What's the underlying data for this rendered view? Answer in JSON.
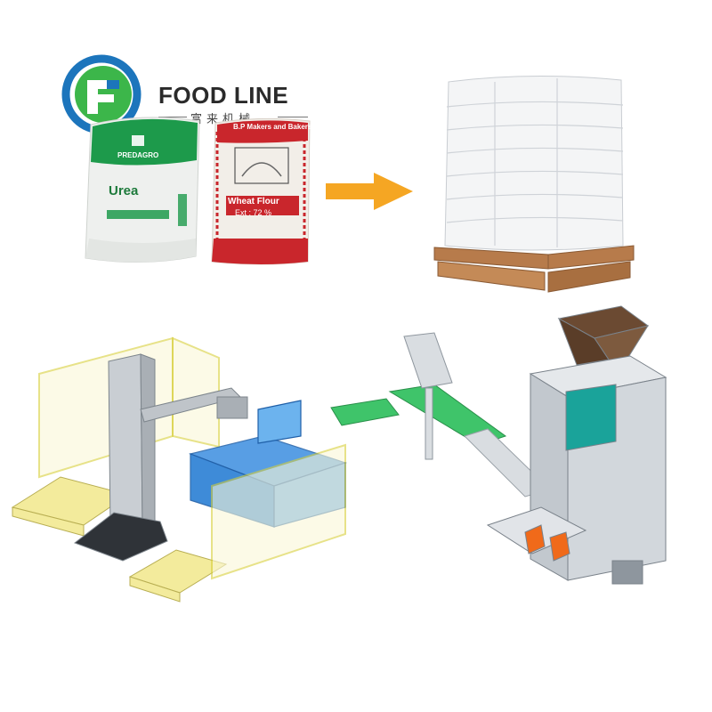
{
  "brand": {
    "name": "FOOD LINE",
    "subtitle": "富来机械",
    "colors": {
      "green": "#3cb64a",
      "blue": "#1c75bc",
      "dark": "#2a2a2a"
    },
    "icon": "food-line-logo"
  },
  "bags": {
    "urea": {
      "brand": "PREDAGRO",
      "title": "Urea"
    },
    "flour": {
      "header": "B.P Makers and Bakers",
      "title": "Wheat Flour",
      "extraction": "Ext : 72 %"
    }
  },
  "arrow": {
    "color": "#f5a623",
    "icon": "right-arrow-icon"
  },
  "scene": {
    "pallet": "stacked-bags-on-wooden-pallet",
    "line": "automatic-bag-packing-and-palletizing-line",
    "accent_colors": {
      "frame": "#e8e25a",
      "conveyor": "#2a7fd4",
      "belt": "#3fc46a",
      "hopper": "#6b4a32",
      "panel": "#1aa39a",
      "guide": "#f06a1a"
    }
  }
}
